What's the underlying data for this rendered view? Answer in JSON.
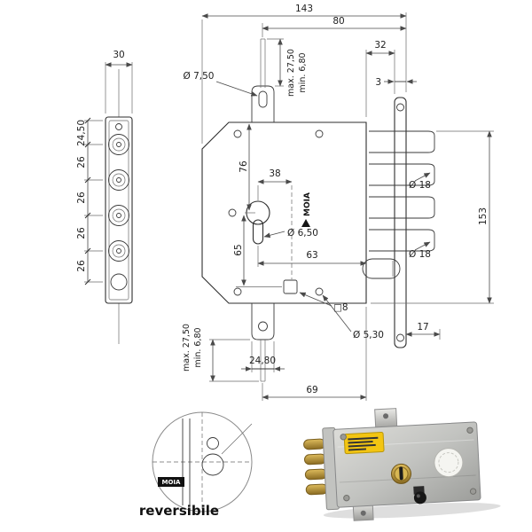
{
  "drawing": {
    "brand": "MOIA",
    "dims": {
      "overall_width": "143",
      "backset": "80",
      "side_width": "30",
      "bolt_throw": "32",
      "faceplate_thickness": "3",
      "top_slot_dia": "Ø 7,50",
      "rod_max": "max. 27,50",
      "rod_min": "min. 6,80",
      "pin_first": "24,50",
      "pin_pitch": "26",
      "cyl_to_top": "76",
      "cyl_to_spindle": "38",
      "cyl_to_bottom": "65",
      "channel_dia": "Ø 6,50",
      "cyl_to_edge": "63",
      "bolt_dia": "Ø 18",
      "faceplate_height": "153",
      "latch_offset": "17",
      "spindle_square": "□8",
      "fixing_hole_dia": "Ø 5,30",
      "tab_width": "24,80",
      "tab_to_edge": "69"
    }
  },
  "detail": {
    "brand": "MOIA",
    "caption": "reversibile"
  }
}
